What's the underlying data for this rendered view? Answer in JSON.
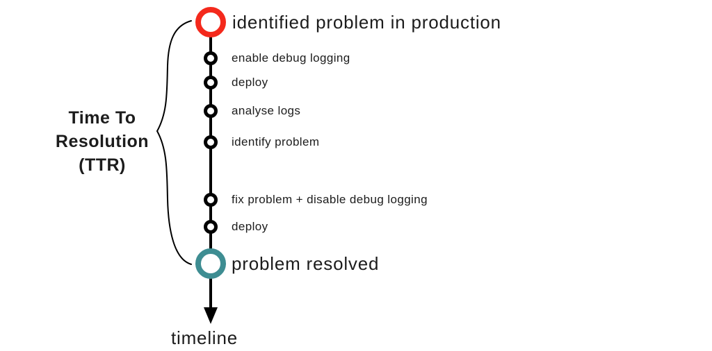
{
  "diagram": {
    "brace_label": "Time To\nResolution\n(TTR)",
    "events": [
      {
        "label": "identified problem in production",
        "type": "major-start"
      },
      {
        "label": "enable debug logging",
        "type": "minor"
      },
      {
        "label": "deploy",
        "type": "minor"
      },
      {
        "label": "analyse logs",
        "type": "minor"
      },
      {
        "label": "identify problem",
        "type": "minor"
      },
      {
        "label": "fix problem + disable debug logging",
        "type": "minor"
      },
      {
        "label": "deploy",
        "type": "minor"
      },
      {
        "label": "problem resolved",
        "type": "major-end"
      }
    ],
    "axis_label": "timeline",
    "colors": {
      "start_marker": "#f4291c",
      "end_marker": "#3e8d92",
      "line": "#000000",
      "text": "#1c1c1c"
    }
  }
}
